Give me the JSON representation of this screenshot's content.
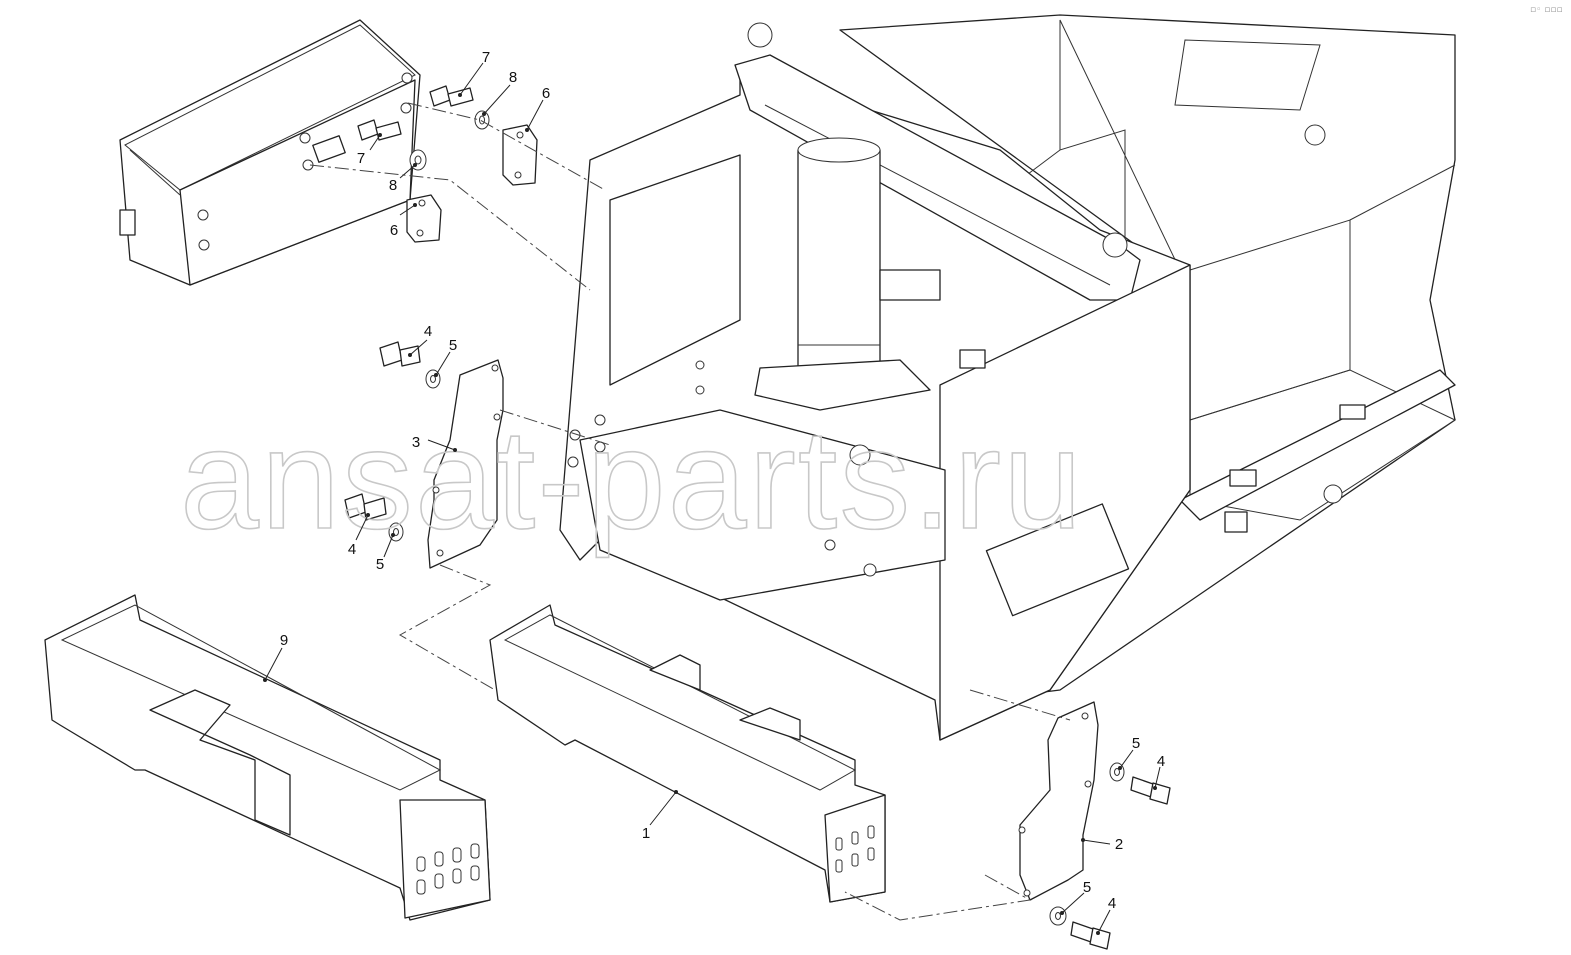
{
  "watermark": "ansat-parts.ru",
  "corner_mark": "▫◦ ▫▫▫",
  "callouts": [
    {
      "id": "c1",
      "label": "1"
    },
    {
      "id": "c2",
      "label": "2"
    },
    {
      "id": "c3",
      "label": "3"
    },
    {
      "id": "c4a",
      "label": "4"
    },
    {
      "id": "c4b",
      "label": "4"
    },
    {
      "id": "c4c",
      "label": "4"
    },
    {
      "id": "c4d",
      "label": "4"
    },
    {
      "id": "c5a",
      "label": "5"
    },
    {
      "id": "c5b",
      "label": "5"
    },
    {
      "id": "c5c",
      "label": "5"
    },
    {
      "id": "c5d",
      "label": "5"
    },
    {
      "id": "c6a",
      "label": "6"
    },
    {
      "id": "c6b",
      "label": "6"
    },
    {
      "id": "c7a",
      "label": "7"
    },
    {
      "id": "c7b",
      "label": "7"
    },
    {
      "id": "c8a",
      "label": "8"
    },
    {
      "id": "c8b",
      "label": "8"
    },
    {
      "id": "c9",
      "label": "9"
    }
  ]
}
